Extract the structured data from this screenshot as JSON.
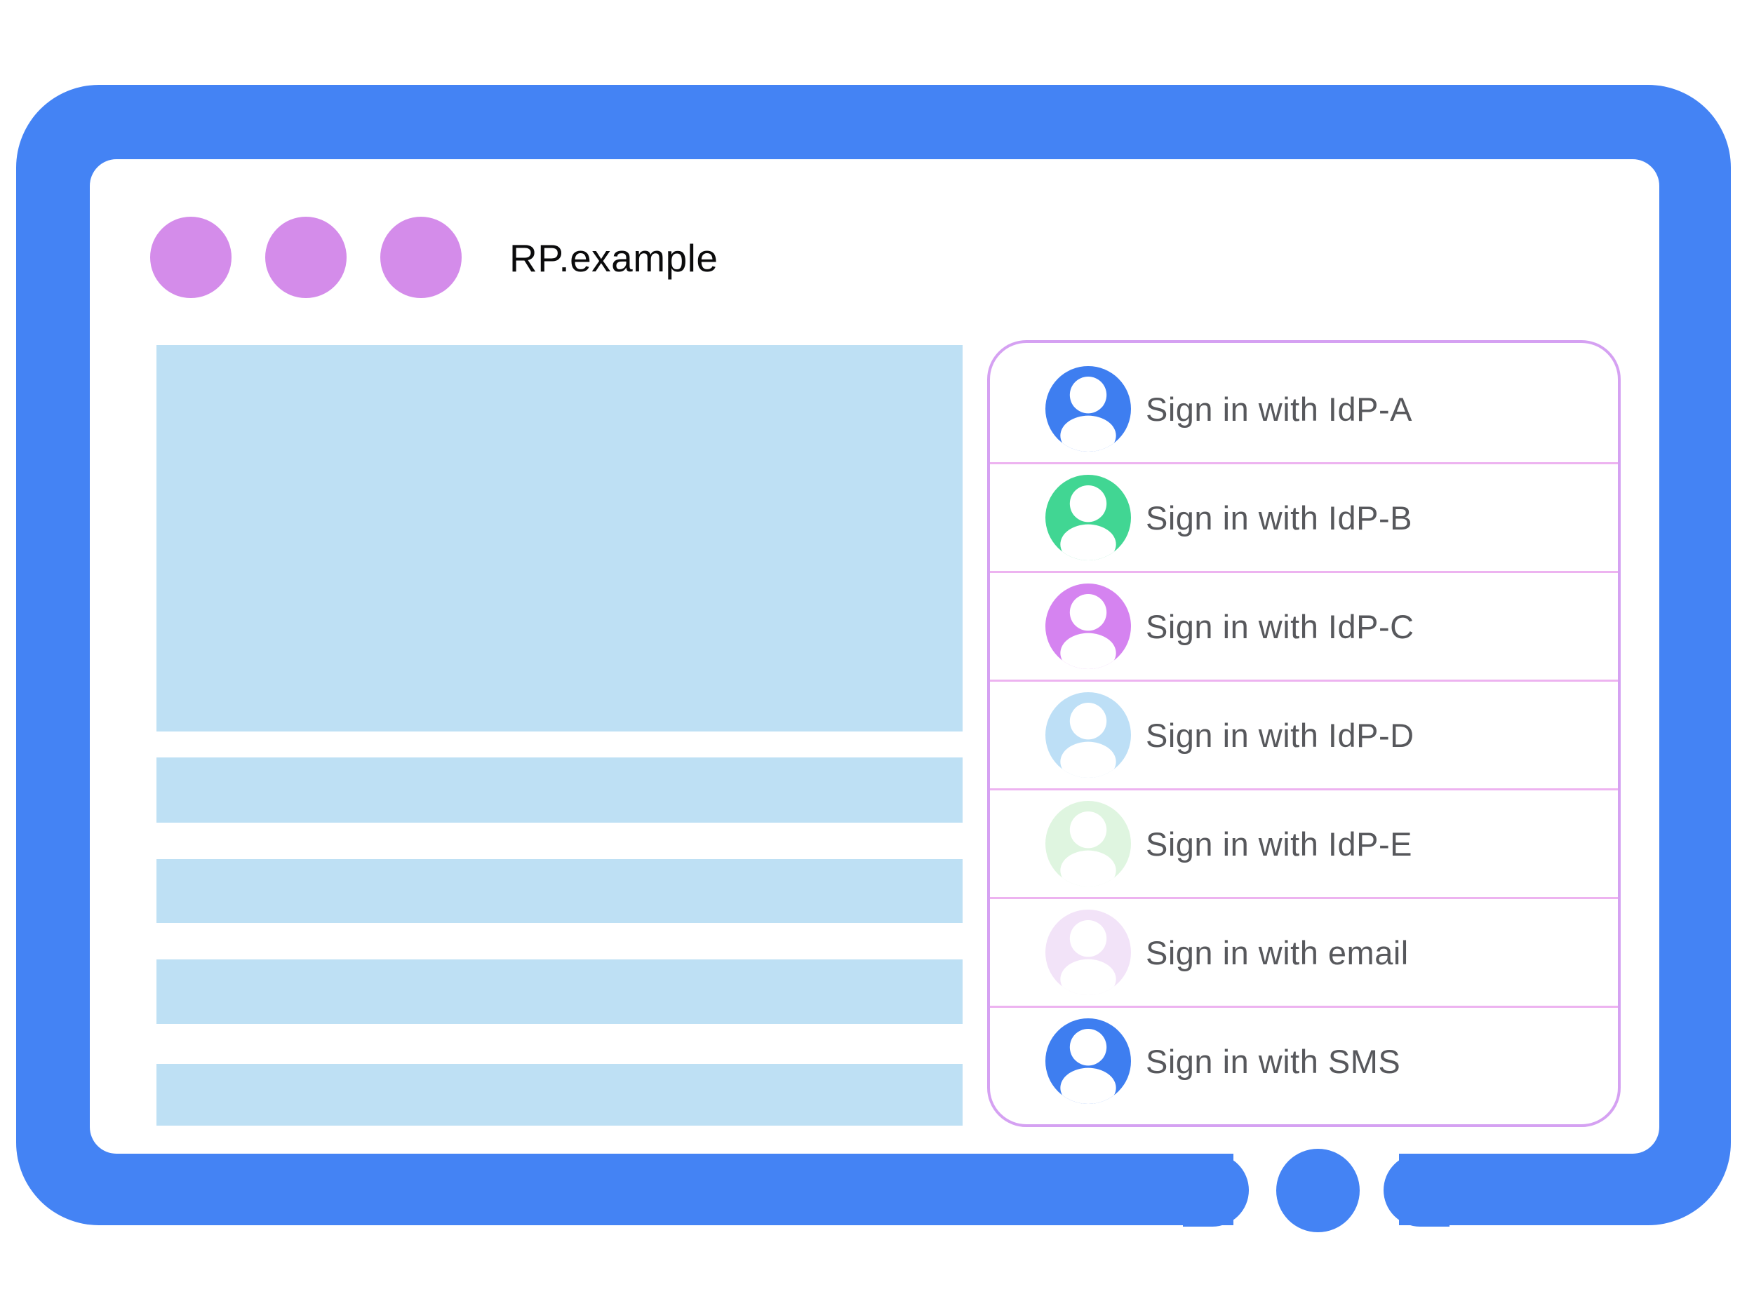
{
  "browser": {
    "title": "RP.example",
    "window_dots": 3
  },
  "signin_panel": {
    "options": [
      {
        "label": "Sign in with IdP-A",
        "avatar_color": "#3E7EF0",
        "icon": "person-circle"
      },
      {
        "label": "Sign in with IdP-B",
        "avatar_color": "#41D693",
        "icon": "person-circle"
      },
      {
        "label": "Sign in with IdP-C",
        "avatar_color": "#D583F0",
        "icon": "person-circle"
      },
      {
        "label": "Sign in with IdP-D",
        "avatar_color": "#BDDFF6",
        "icon": "person-circle"
      },
      {
        "label": "Sign in with IdP-E",
        "avatar_color": "#DFF5E0",
        "icon": "person-circle"
      },
      {
        "label": "Sign in with email",
        "avatar_color": "#F2E3F8",
        "icon": "person-circle"
      },
      {
        "label": "Sign in with SMS",
        "avatar_color": "#3E7EF0",
        "icon": "person-circle"
      }
    ]
  },
  "colors": {
    "frame_blue": "#4483F4",
    "window_dot_purple": "#D48CEA",
    "placeholder_blue": "#BEE0F4",
    "panel_border_purple": "#D5A1F2",
    "divider_pink": "#EDB3F0",
    "label_gray": "#57585C",
    "title_black": "#0B0B0C"
  }
}
